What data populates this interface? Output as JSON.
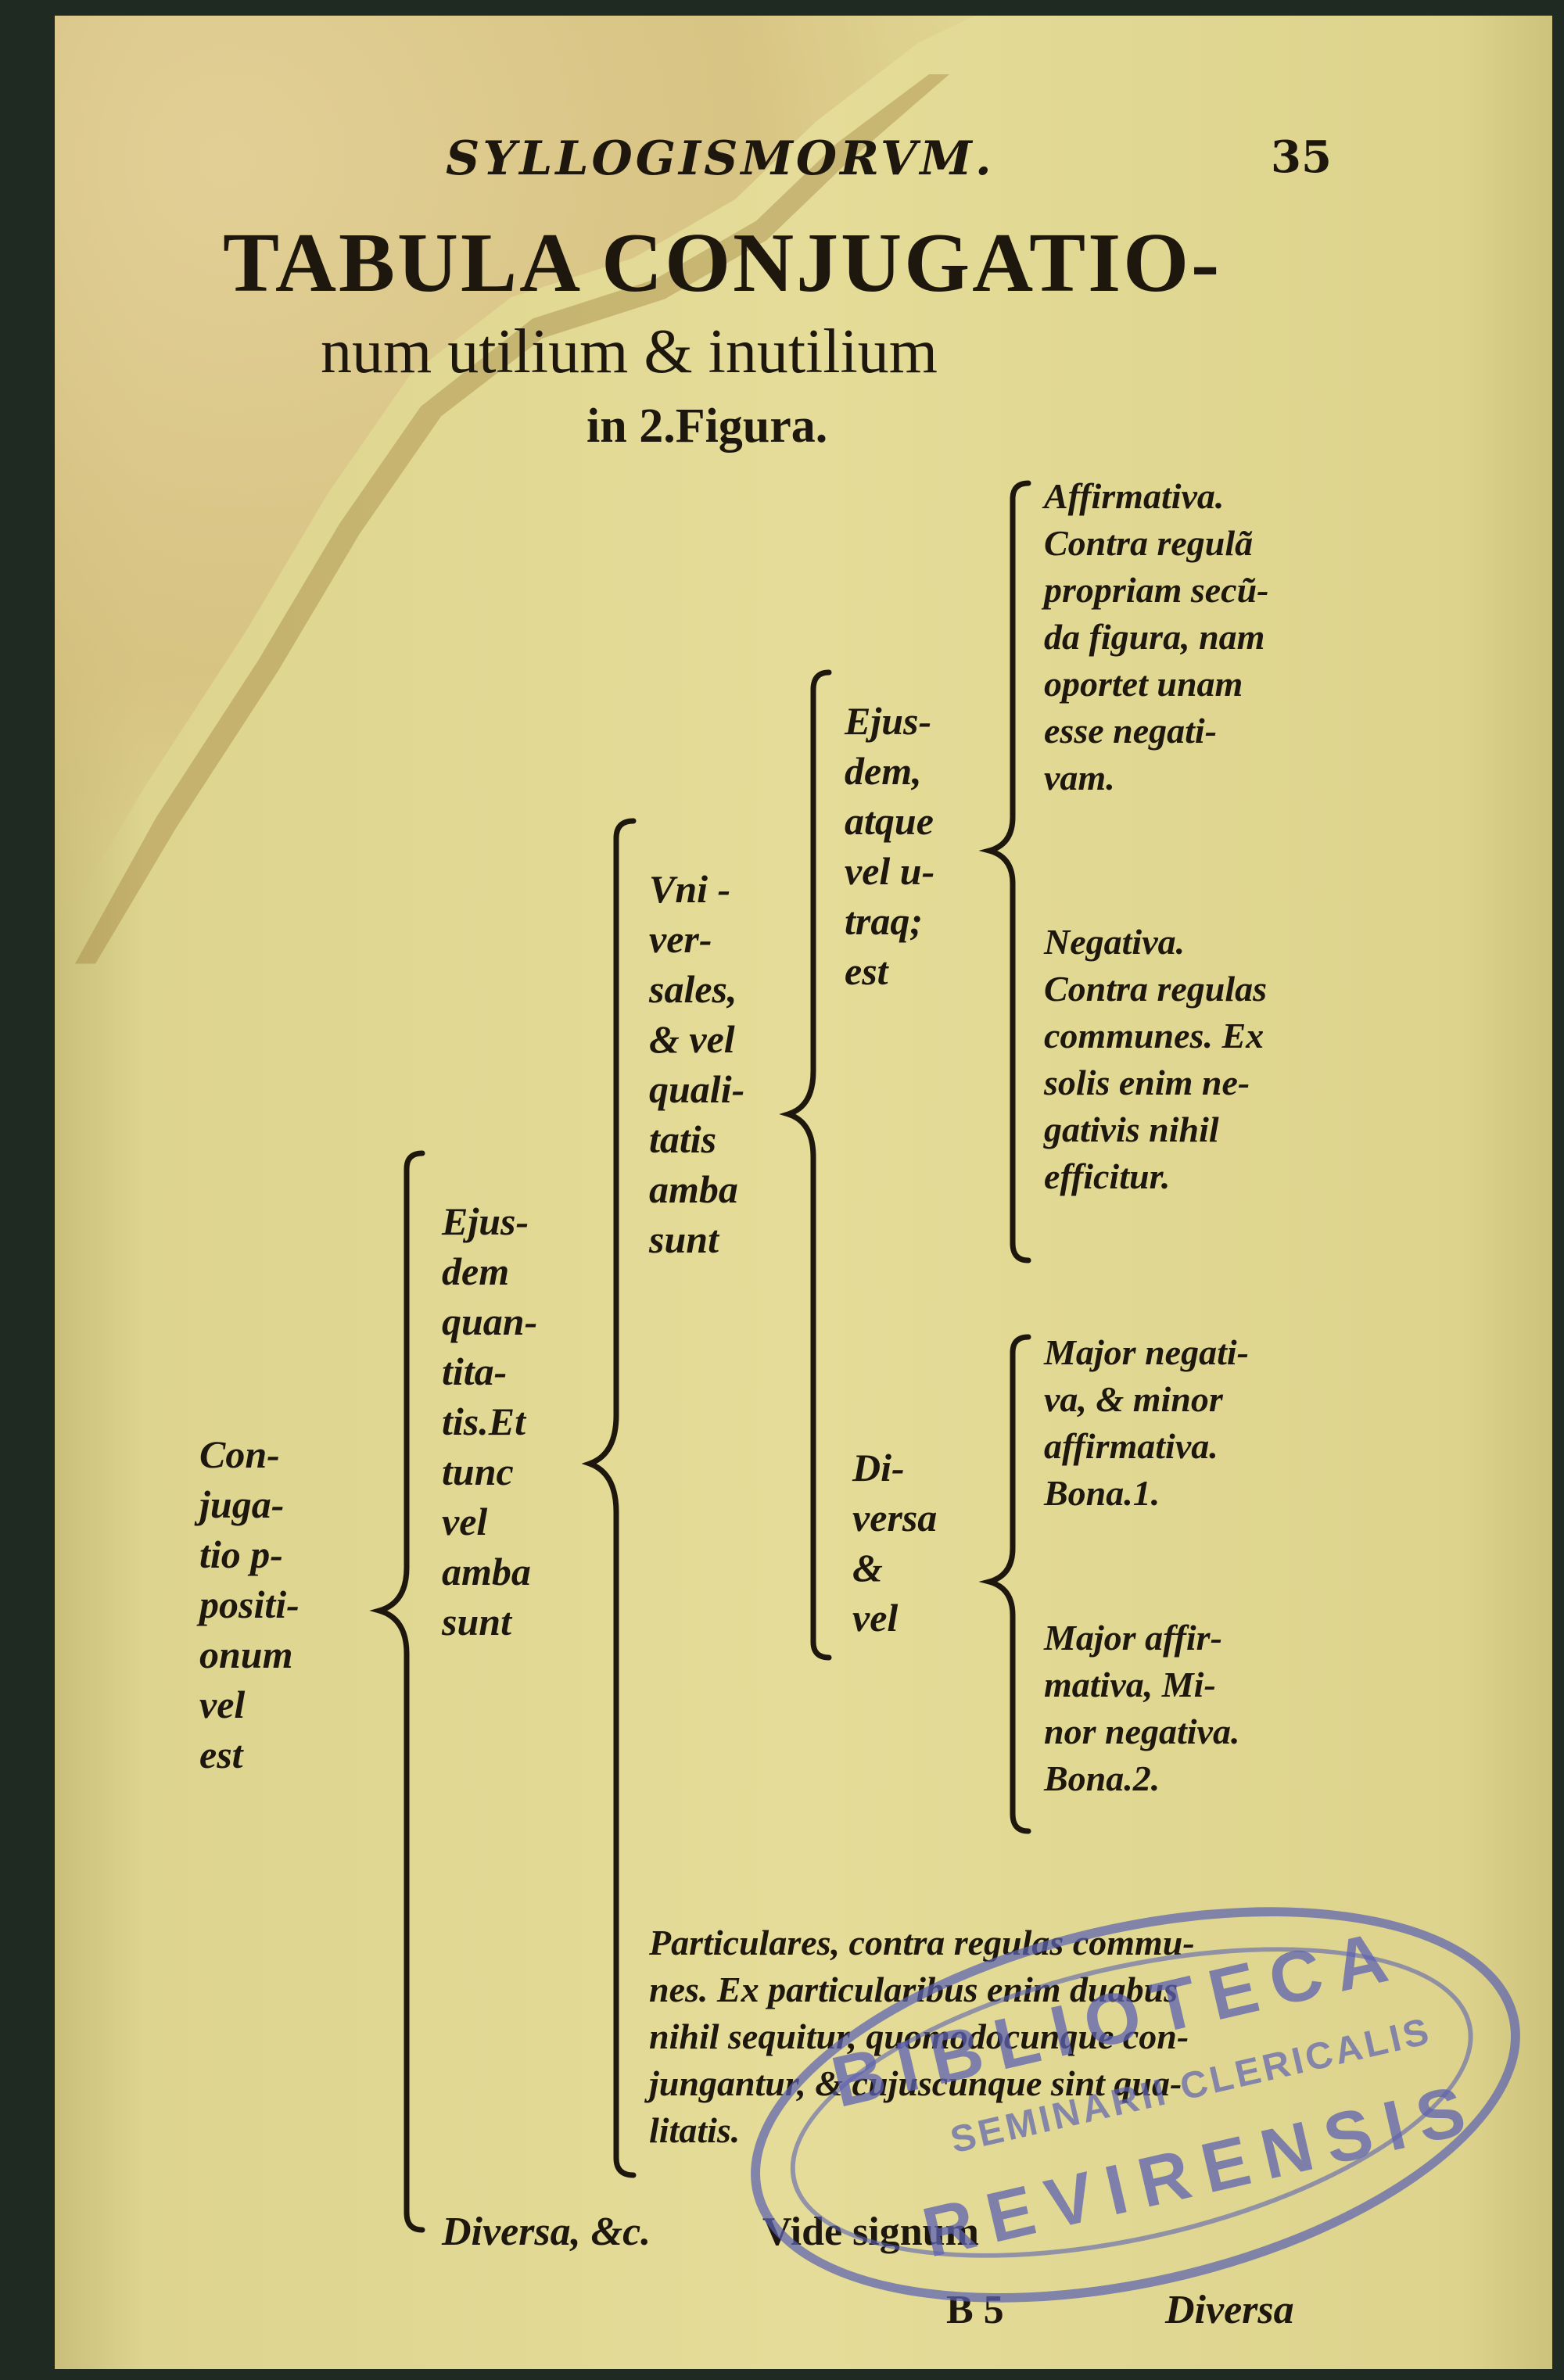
{
  "header": {
    "running_head": "SYLLOGISMORVM.",
    "page_number": "35"
  },
  "title": {
    "line1": "TABULA CONJUGATIO-",
    "line2": "num utilium & inutilium",
    "line3": "in 2.Figura."
  },
  "tree": {
    "root": "Con-\njuga-\ntio p-\npositi-\nonum\nvel\nest",
    "level1": "Ejus-\ndem\nquan-\ntita-\ntis.Et\ntunc\nvel\namba\nsunt",
    "level2": "Vni -\nver-\nsales,\n& vel\nquali-\ntatis\namba\nsunt",
    "level3a": "Ejus-\ndem,\natque\nvel u-\ntraq;\nest",
    "level3b": "Di-\nversa\n&\nvel",
    "leaf_affirmativa": "Affirmativa.\nContra regulã\npropriam secũ-\nda figura, nam\noportet unam\nesse negati-\nvam.",
    "leaf_negativa": "Negativa.\nContra regulas\ncommunes. Ex\nsolis enim ne-\ngativis nihil\nefficitur.",
    "leaf_bona1": "Major negati-\nva, & minor\naffirmativa.\nBona.1.",
    "leaf_bona2": "Major affir-\nmativa, Mi-\nnor negativa.\nBona.2.",
    "particulares": "Particulares, contra regulas commu-\nnes. Ex particularibus enim duabus\nnihil sequitur, quomodocunque con-\njungantur, & cujuscunque sint qua-\nlitatis.",
    "diversa": "Diversa, &c.",
    "vide": "Vide signum"
  },
  "footer": {
    "signature": "B 5",
    "catchword": "Diversa"
  },
  "stamp": {
    "top": "BIBLIOTECA",
    "middle": "SEMINARII CLERICALIS",
    "bottom": "REVIRENSIS"
  },
  "colors": {
    "paper": "#e4dc98",
    "ink": "#1d170e",
    "stamp": "#5c62b2"
  }
}
